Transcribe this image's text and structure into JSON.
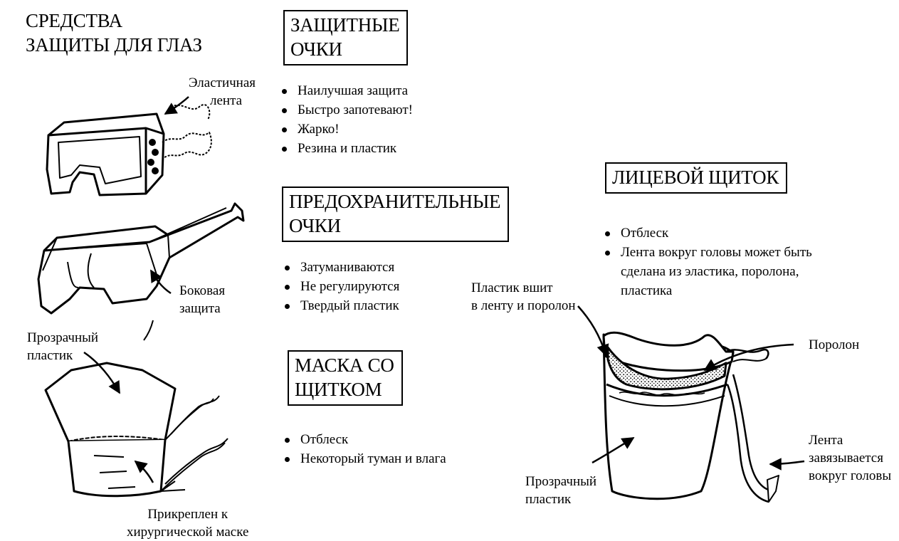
{
  "main_title": [
    "СРЕДСТВА",
    "ЗАЩИТЫ ДЛЯ ГЛАЗ"
  ],
  "sections": {
    "goggles": {
      "title": [
        "ЗАЩИТНЫЕ",
        "ОЧКИ"
      ],
      "bullets": [
        "Наилучшая защита",
        "Быстро запотевают!",
        "Жарко!",
        "Резина и пластик"
      ]
    },
    "safety_glasses": {
      "title": [
        "ПРЕДОХРАНИТЕЛЬНЫЕ",
        "ОЧКИ"
      ],
      "bullets": [
        "Затуманиваются",
        "Не регулируются",
        "Твердый пластик"
      ]
    },
    "mask_shield": {
      "title": [
        "МАСКА СО",
        "ЩИТКОМ"
      ],
      "bullets": [
        "Отблеск",
        "Некоторый туман и влага"
      ]
    },
    "face_shield": {
      "title": "ЛИЦЕВОЙ ЩИТОК",
      "bullets": [
        "Отблеск",
        "Лента вокруг головы может быть",
        "сделана из эластика, поролона,",
        "пластика"
      ]
    }
  },
  "labels": {
    "elastic_band": [
      "Эластичная",
      "лента"
    ],
    "side_protection": [
      "Боковая",
      "защита"
    ],
    "clear_plastic_left": [
      "Прозрачный",
      "пластик"
    ],
    "attached_to_mask": [
      "Прикреплен к",
      "хирургической маске"
    ],
    "plastic_sewn": [
      "Пластик вшит",
      "в ленту и поролон"
    ],
    "foam": "Поролон",
    "band_ties": [
      "Лента",
      "завязывается",
      "вокруг головы"
    ],
    "clear_plastic_right": [
      "Прозрачный",
      "пластик"
    ]
  }
}
